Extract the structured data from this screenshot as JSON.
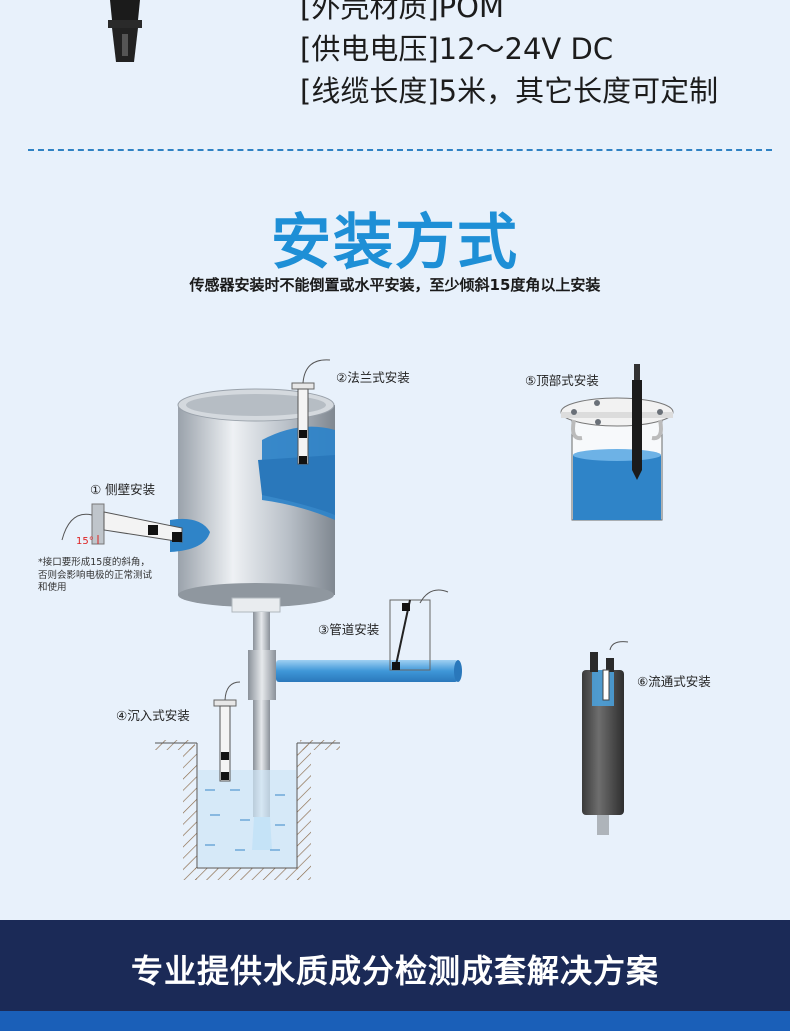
{
  "specs": [
    "[外壳材质]POM",
    "[供电电压]12～24V DC",
    "[线缆长度]5米，其它长度可定制"
  ],
  "section": {
    "title": "安装方式",
    "subtitle": "传感器安装时不能倒置或水平安装，至少倾斜15度角以上安装"
  },
  "methods": {
    "flange": "②法兰式安装",
    "top": "⑤顶部式安装",
    "side": "① 侧壁安装",
    "pipe": "③管道安装",
    "submerged": "④沉入式安装",
    "flow": "⑥流通式安装"
  },
  "side_note": {
    "angle": "15°",
    "lines": [
      "*接口要形成15度的斜角，",
      "否则会影响电极的正常测试",
      "和使用"
    ]
  },
  "footer": {
    "text": "专业提供水质成分检测成套解决方案"
  },
  "colors": {
    "background": "#e8f1fb",
    "accent": "#1e8fd6",
    "water": "#2f84c8",
    "footer_bg": "#1b2a57",
    "footer_strip": "#1a5fb8"
  }
}
